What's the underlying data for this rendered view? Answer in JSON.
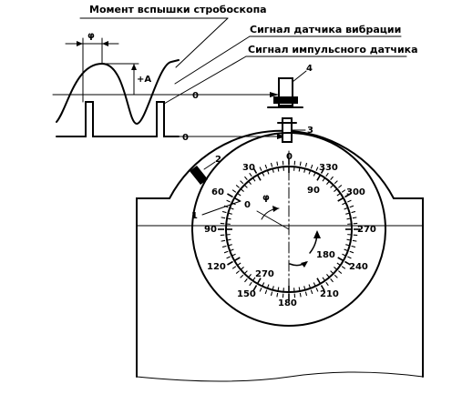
{
  "labels": {
    "strobe_flash": "Момент вспышки стробоскопа",
    "vibration_signal": "Сигнал датчика вибрации",
    "pulse_signal": "Сигнал импульсного датчика",
    "phi_top": "φ",
    "plus_a": "+A",
    "zero_vib": "0",
    "zero_pulse": "0",
    "num_1": "1",
    "num_2": "2",
    "num_3": "3",
    "num_4": "4",
    "phi_inner": "φ",
    "zero_inner": "0"
  },
  "outer_scale": [
    "0",
    "30",
    "60",
    "90",
    "120",
    "150",
    "180",
    "210",
    "240",
    "270",
    "300",
    "330"
  ],
  "inner_scale": [
    "0",
    "90",
    "180",
    "270"
  ],
  "colors": {
    "ink": "#000000",
    "background": "#ffffff"
  }
}
